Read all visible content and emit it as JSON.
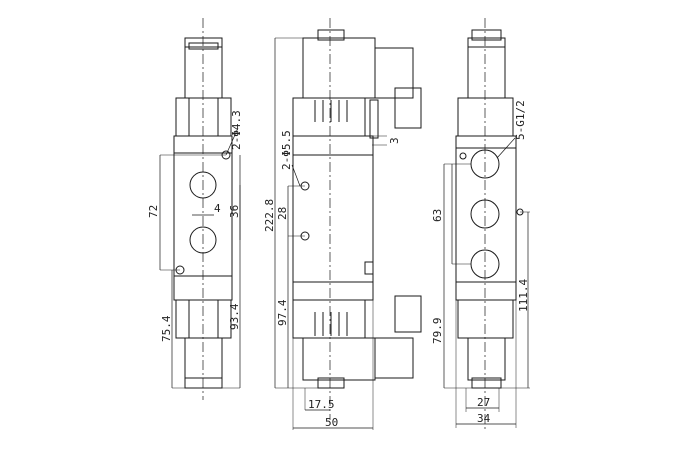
{
  "drawing": {
    "line_color": "#1a1a1a",
    "background": "#ffffff",
    "left_view": {
      "labels": {
        "mount_holes": "2-Φ4.3",
        "d_72": "72",
        "d_4": "4",
        "d_36": "36",
        "d_75_4": "75.4",
        "d_93_4": "93.4"
      }
    },
    "middle_view": {
      "labels": {
        "mount_holes": "2-Φ5.5",
        "d_222_8": "222.8",
        "d_28": "28",
        "d_3": "3",
        "d_97_4": "97.4",
        "d_17_5": "17.5",
        "d_50": "50"
      }
    },
    "right_view": {
      "labels": {
        "ports": "5-G1/2",
        "d_63": "63",
        "d_111_4": "111.4",
        "d_79_9": "79.9",
        "d_27": "27",
        "d_34": "34"
      }
    }
  }
}
